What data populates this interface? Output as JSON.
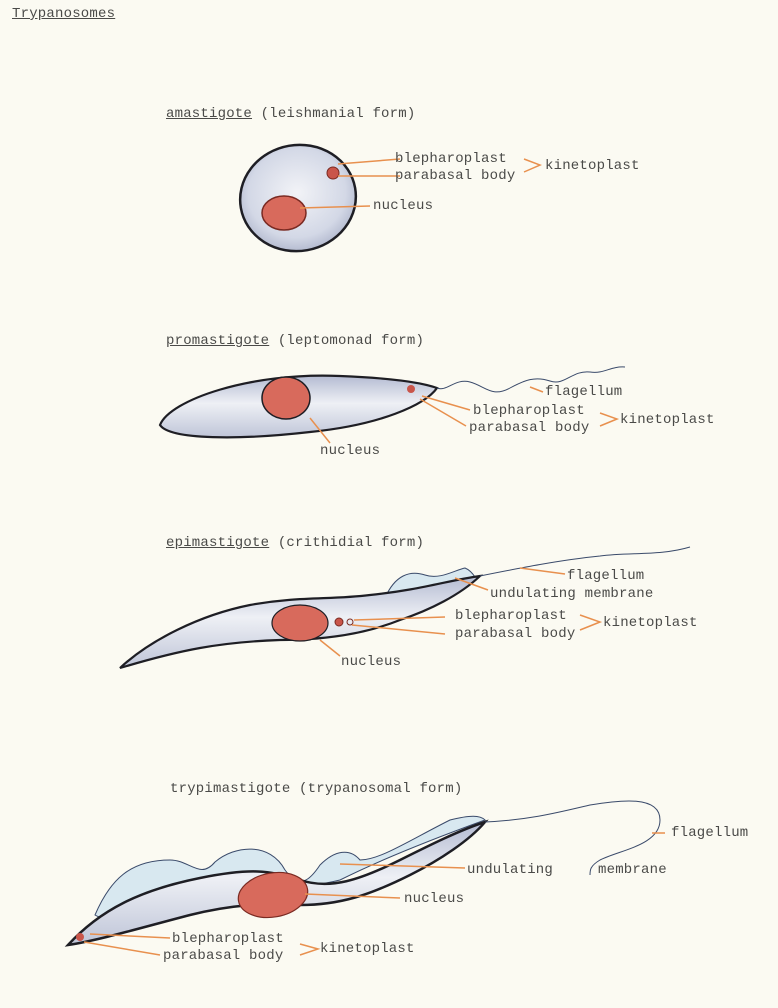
{
  "page_title": "Trypanosomes",
  "colors": {
    "background": "#fbfaf2",
    "text": "#4a4a48",
    "leader_line": "#e8904e",
    "cell_fill": "#d6dbe8",
    "cell_outline": "#1e1e24",
    "nucleus": "#d86a5c",
    "membrane": "#d8e8f0"
  },
  "forms": [
    {
      "name": "amastigote",
      "alt_name": "(leishmanial form)",
      "labels": {
        "blepharoplast": "blepharoplast",
        "parabasal_body": "parabasal body",
        "kinetoplast": "kinetoplast",
        "nucleus": "nucleus"
      }
    },
    {
      "name": "promastigote",
      "alt_name": "(leptomonad form)",
      "labels": {
        "flagellum": "flagellum",
        "blepharoplast": "blepharoplast",
        "parabasal_body": "parabasal body",
        "kinetoplast": "kinetoplast",
        "nucleus": "nucleus"
      }
    },
    {
      "name": "epimastigote",
      "alt_name": "(crithidial form)",
      "labels": {
        "flagellum": "flagellum",
        "undulating_membrane": "undulating membrane",
        "blepharoplast": "blepharoplast",
        "parabasal_body": "parabasal body",
        "kinetoplast": "kinetoplast",
        "nucleus": "nucleus"
      }
    },
    {
      "name": "trypimastigote",
      "alt_name": "(trypanosomal form)",
      "labels": {
        "flagellum": "flagellum",
        "undulating": "undulating",
        "membrane": "membrane",
        "nucleus": "nucleus",
        "blepharoplast": "blepharoplast",
        "parabasal_body": "parabasal body",
        "kinetoplast": "kinetoplast"
      }
    }
  ]
}
